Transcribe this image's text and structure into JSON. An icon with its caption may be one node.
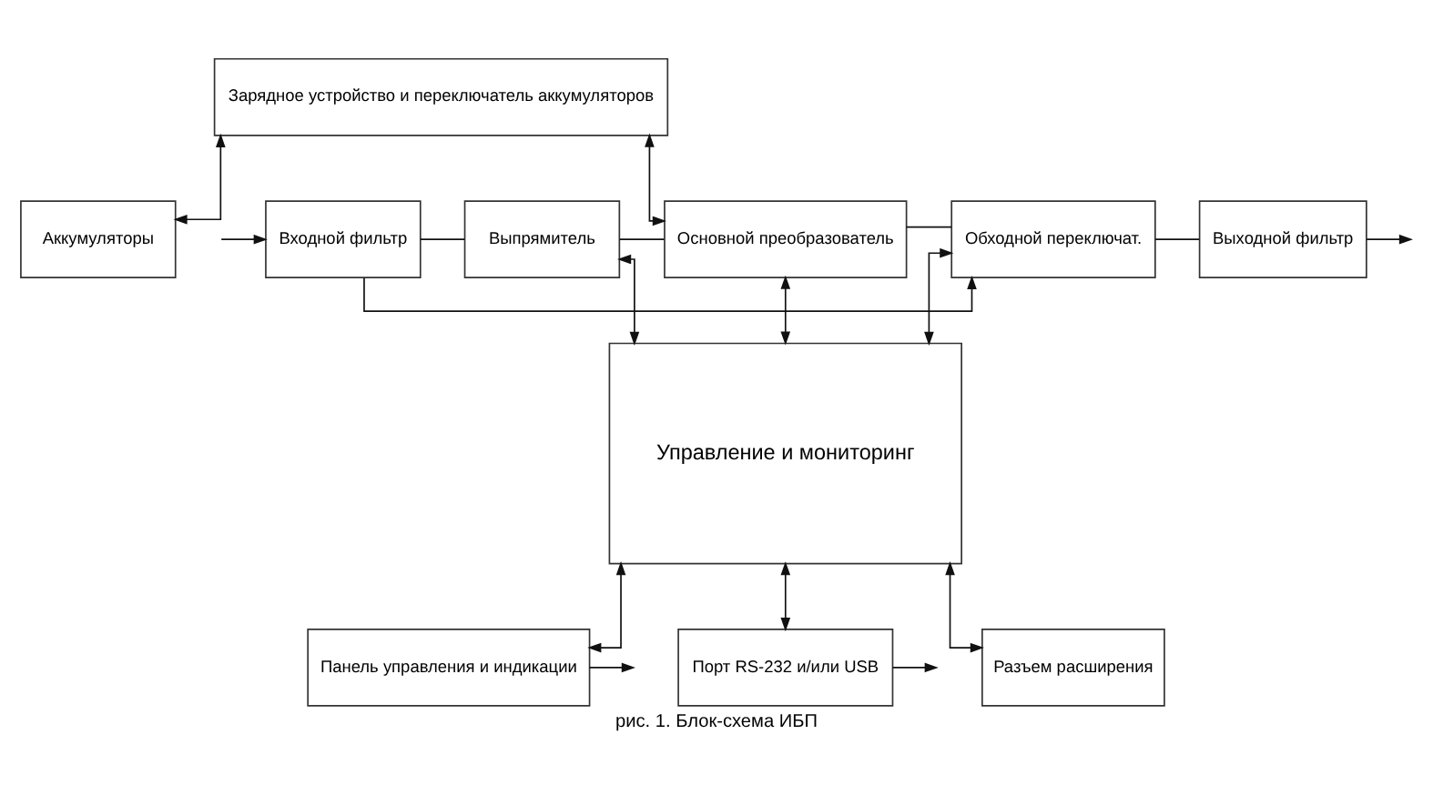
{
  "diagram": {
    "caption": "рис. 1. Блок-схема ИБП",
    "nodes": [
      {
        "text": [
          "Входной фильтр"
        ]
      },
      {
        "text": [
          "Выпрямитель"
        ]
      },
      {
        "text": [
          "Основной преобразователь"
        ]
      },
      {
        "text": [
          "Обходной переключат."
        ]
      },
      {
        "text": [
          "Выходной фильтр"
        ]
      },
      {
        "text": [
          "Зарядное устройство и переключатель аккумуляторов"
        ]
      },
      {
        "text": [
          "Управление и мониторинг"
        ]
      },
      {
        "text": [
          "Панель управления и индикации"
        ]
      },
      {
        "text": [
          "Порт RS-232 и/или USB"
        ]
      },
      {
        "text": [
          "Разъем расширения"
        ]
      },
      {
        "text": [
          "Аккумуляторы"
        ]
      }
    ],
    "edges": [
      {
        "from": null,
        "to": 0,
        "arrow": "to"
      },
      {
        "from": 0,
        "to": 1,
        "arrow": "none"
      },
      {
        "from": 0,
        "to": 3,
        "arrow": "to"
      },
      {
        "from": 1,
        "to": 2,
        "arrow": "none"
      },
      {
        "from": 5,
        "to": 2,
        "arrow": "both"
      },
      {
        "from": 2,
        "to": 3,
        "arrow": "none"
      },
      {
        "from": 3,
        "to": 4,
        "arrow": "none"
      },
      {
        "from": 4,
        "to": null,
        "arrow": "to"
      },
      {
        "from": 1,
        "to": 6,
        "arrow": "both"
      },
      {
        "from": 2,
        "to": 6,
        "arrow": "both"
      },
      {
        "from": 3,
        "to": 6,
        "arrow": "both"
      },
      {
        "from": 5,
        "to": 10,
        "arrow": "both"
      },
      {
        "from": 6,
        "to": 7,
        "arrow": "both"
      },
      {
        "from": 7,
        "to": null,
        "arrow": "to"
      },
      {
        "from": 6,
        "to": 8,
        "arrow": "both"
      },
      {
        "from": 8,
        "to": null,
        "arrow": "to"
      },
      {
        "from": 6,
        "to": 9,
        "arrow": "both"
      }
    ]
  }
}
